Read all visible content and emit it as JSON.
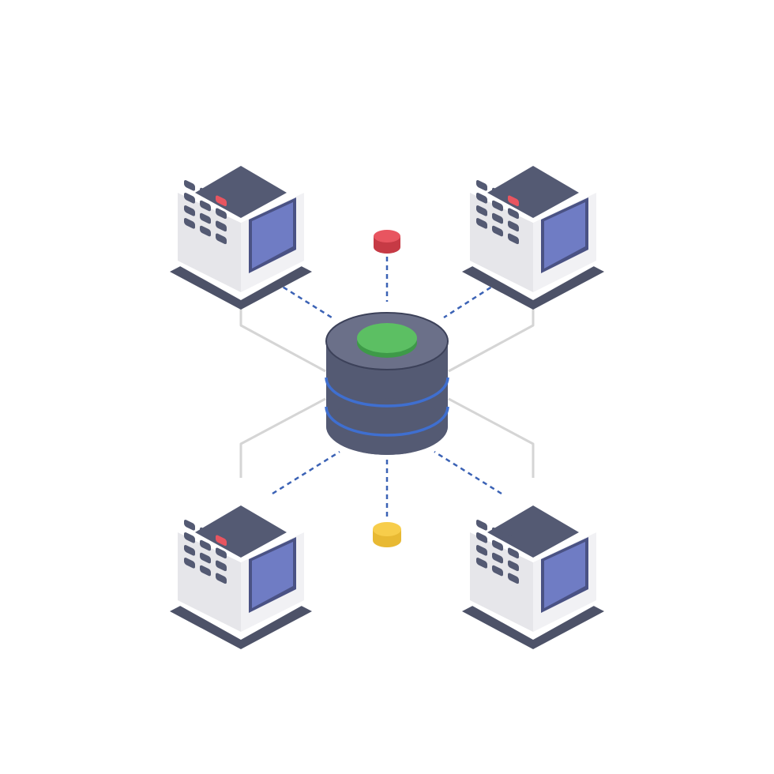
{
  "diagram": {
    "central_node": {
      "icon": "database-icon",
      "colors": {
        "body": "#545a73",
        "top": "#6b7089",
        "rim": "#3c4159",
        "band": "#3f6fd0",
        "cap": "#5cbf63"
      }
    },
    "side_nodes": [
      {
        "icon": "server-cabinet-icon",
        "position": "top-left",
        "indicator": true
      },
      {
        "icon": "server-cabinet-icon",
        "position": "top-right",
        "indicator": true
      },
      {
        "icon": "server-cabinet-icon",
        "position": "bottom-left",
        "indicator": true
      },
      {
        "icon": "server-cabinet-icon",
        "position": "bottom-right",
        "indicator": false
      }
    ],
    "markers": [
      {
        "icon": "red-cylinder-icon",
        "color": "#e85560"
      },
      {
        "icon": "yellow-cylinder-icon",
        "color": "#f7cd4b"
      }
    ],
    "connectors": {
      "dashed_color": "#3b62b5",
      "solid_color": "#d5d5d5"
    },
    "cabinet_colors": {
      "top": "#545a73",
      "side": "#e6e6ea",
      "front": "#f1f1f4",
      "screen": "#6f7cc4",
      "screen_border": "#4a5284",
      "keys": "#545a73",
      "accent_key": "#e85560",
      "shadow": "#4d5268"
    }
  }
}
